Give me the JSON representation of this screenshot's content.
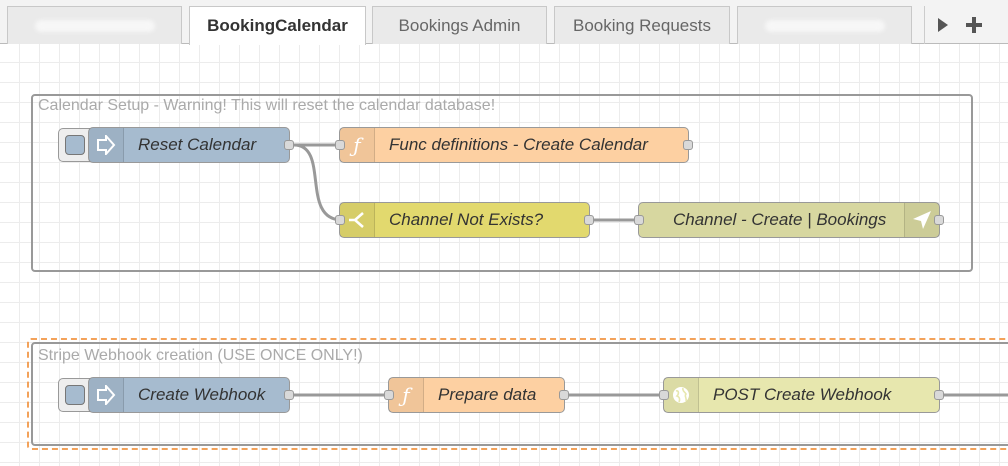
{
  "tabs": [
    {
      "label": "",
      "redacted": true
    },
    {
      "label": "BookingCalendar",
      "active": true
    },
    {
      "label": "Bookings Admin"
    },
    {
      "label": "Booking Requests"
    },
    {
      "label": "",
      "redacted": true
    }
  ],
  "tab_controls": {
    "scroll_icon": "play-icon",
    "add_icon": "plus-icon"
  },
  "groups": [
    {
      "label": "Calendar Setup - Warning! This will reset the calendar database!"
    },
    {
      "label": "Stripe Webhook creation (USE ONCE ONLY!)"
    }
  ],
  "nodes": {
    "reset_calendar": {
      "label": "Reset Calendar",
      "type": "inject",
      "icon": "inject-arrow-icon"
    },
    "func_definitions": {
      "label": "Func definitions - Create Calendar",
      "type": "function",
      "icon": "function-icon"
    },
    "channel_not_exists": {
      "label": "Channel Not Exists?",
      "type": "switch",
      "icon": "switch-icon"
    },
    "channel_create": {
      "label": "Channel - Create | Bookings",
      "type": "output",
      "icon": "send-icon"
    },
    "create_webhook": {
      "label": "Create Webhook",
      "type": "inject",
      "icon": "inject-arrow-icon"
    },
    "prepare_data": {
      "label": "Prepare data",
      "type": "function",
      "icon": "function-icon"
    },
    "post_create_webhook": {
      "label": "POST Create Webhook",
      "type": "http-request",
      "icon": "globe-icon"
    }
  },
  "colors": {
    "inject": "#a6bbcf",
    "function": "#fdd0a2",
    "switch": "#e2d96e",
    "output": "#d7d7a0",
    "http": "#e7e7ae",
    "selection": "#f3a25a"
  }
}
